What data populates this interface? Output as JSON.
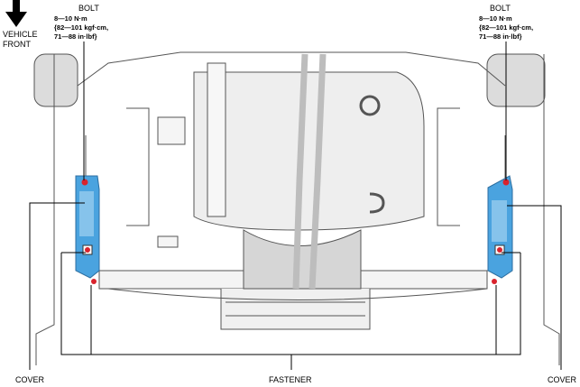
{
  "labels": {
    "vehicle_front": [
      "VEHICLE",
      "FRONT"
    ],
    "bolt_left": "BOLT",
    "bolt_right": "BOLT",
    "torque_left": [
      "8—10 N·m",
      "{82—101 kgf·cm,",
      "71—88 in·lbf}"
    ],
    "torque_right": [
      "8—10 N·m",
      "{82—101 kgf·cm,",
      "71—88 in·lbf}"
    ],
    "cover_left": "COVER",
    "cover_right": "COVER",
    "fastener": "FASTENER"
  },
  "colors": {
    "cover": "#4aa3df",
    "cover_light": "#9fd0f0",
    "fastener": "#d9232d",
    "line": "#000000",
    "body_line": "#555555",
    "shadow": "#d6d6d6"
  }
}
